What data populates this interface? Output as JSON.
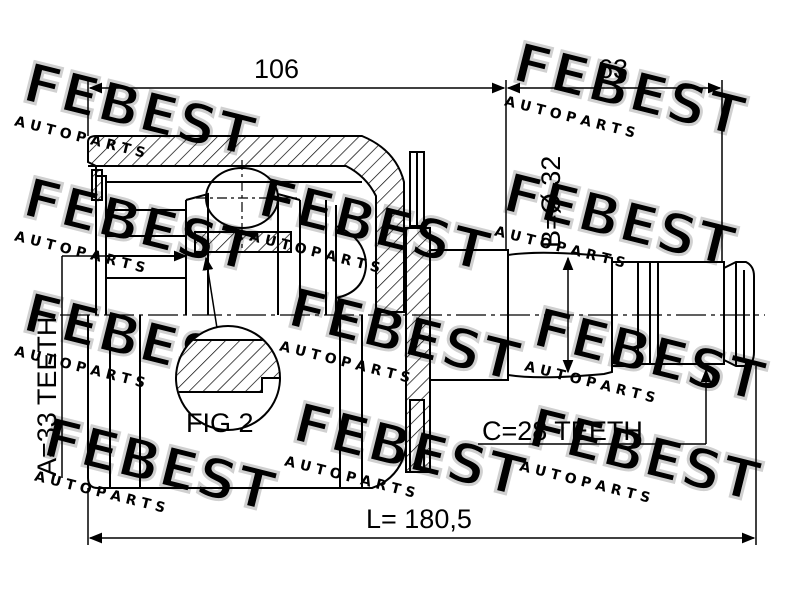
{
  "watermark": {
    "brand": "FEBEST",
    "subtitle": "A U T O   P A R T S",
    "color": "#d9d9d9"
  },
  "dimensions": {
    "top_left": "106",
    "top_right": "63",
    "diameter": "B=Ø 32",
    "length": "L= 180,5"
  },
  "labels": {
    "teeth_a": "A=33 TEETH",
    "teeth_c": "C=28 TEETH",
    "fig": "FIG 2"
  },
  "colors": {
    "line": "#000000",
    "background": "#ffffff"
  }
}
